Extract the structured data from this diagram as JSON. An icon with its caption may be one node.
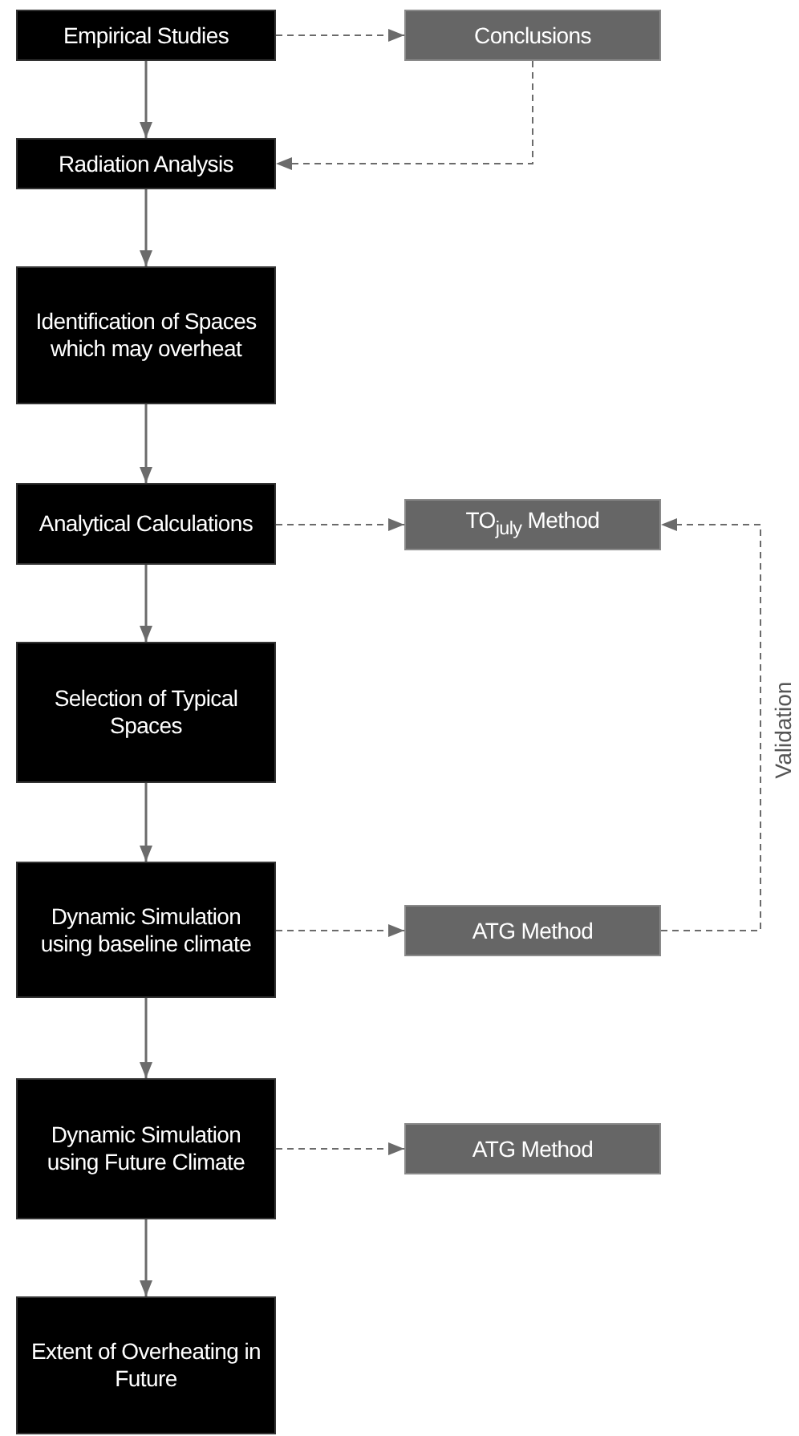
{
  "diagram": {
    "nodes": [
      {
        "text": [
          "Empirical Studies"
        ]
      },
      {
        "text": [
          "Conclusions"
        ]
      },
      {
        "text": [
          "Radiation Analysis"
        ]
      },
      {
        "text": [
          "Identification of Spaces which may overheat"
        ]
      },
      {
        "text": [
          "Analytical Calculations"
        ]
      },
      {
        "text": [
          "TO$_{july}$ Method"
        ]
      },
      {
        "text": [
          "Selection of Typical Spaces"
        ]
      },
      {
        "text": [
          "Dynamic Simulation using baseline climate"
        ]
      },
      {
        "text": [
          "ATG Method"
        ]
      },
      {
        "text": [
          "Dynamic Simulation using Future Climate"
        ]
      },
      {
        "text": [
          "ATG Method"
        ]
      },
      {
        "text": [
          "Extent of Overheating in Future"
        ]
      }
    ],
    "edges": [
      {
        "from": 0,
        "to": 1,
        "arrow": "to",
        "style": "dashed"
      },
      {
        "from": 0,
        "to": 2,
        "arrow": "to"
      },
      {
        "from": 1,
        "to": 2,
        "arrow": "to",
        "style": "dashed"
      },
      {
        "from": 2,
        "to": 3,
        "arrow": "to"
      },
      {
        "from": 3,
        "to": 4,
        "arrow": "to"
      },
      {
        "from": 4,
        "to": 5,
        "arrow": "to",
        "style": "dashed"
      },
      {
        "from": 4,
        "to": 6,
        "arrow": "to"
      },
      {
        "from": 6,
        "to": 7,
        "arrow": "to"
      },
      {
        "from": 7,
        "to": 8,
        "arrow": "to",
        "style": "dashed"
      },
      {
        "from": 8,
        "to": 5,
        "arrow": "to",
        "style": "dashed",
        "label": "Validation"
      },
      {
        "from": 7,
        "to": 9,
        "arrow": "to"
      },
      {
        "from": 9,
        "to": 10,
        "arrow": "to",
        "style": "dashed"
      },
      {
        "from": 9,
        "to": 11,
        "arrow": "to"
      }
    ]
  }
}
